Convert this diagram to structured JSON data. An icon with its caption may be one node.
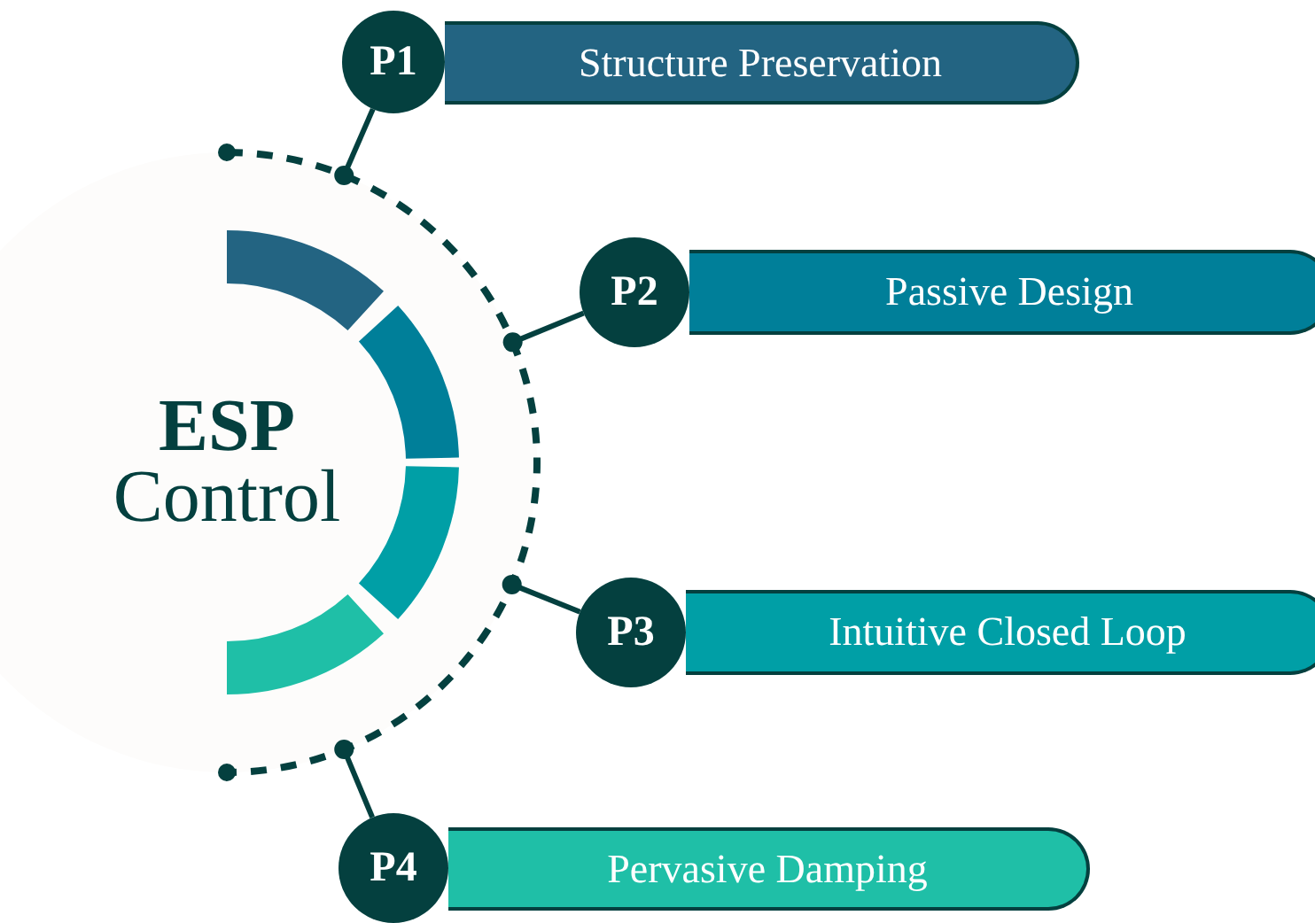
{
  "diagram": {
    "nodes": [
      {
        "text": [
          "ESP",
          "Control"
        ]
      },
      {
        "text": [
          "P1"
        ]
      },
      {
        "text": [
          "Structure Preservation"
        ]
      },
      {
        "text": [
          "P2"
        ]
      },
      {
        "text": [
          "Passive Design"
        ]
      },
      {
        "text": [
          "P3"
        ]
      },
      {
        "text": [
          "Intuitive Closed Loop"
        ]
      },
      {
        "text": [
          "P4"
        ]
      },
      {
        "text": [
          "Pervasive Damping"
        ]
      }
    ],
    "edges": [
      {
        "from": 1,
        "to": 0,
        "arrow": "other"
      },
      {
        "from": 3,
        "to": 0,
        "arrow": "other"
      },
      {
        "from": 5,
        "to": 0,
        "arrow": "other"
      },
      {
        "from": 7,
        "to": 0,
        "arrow": "other"
      }
    ]
  }
}
